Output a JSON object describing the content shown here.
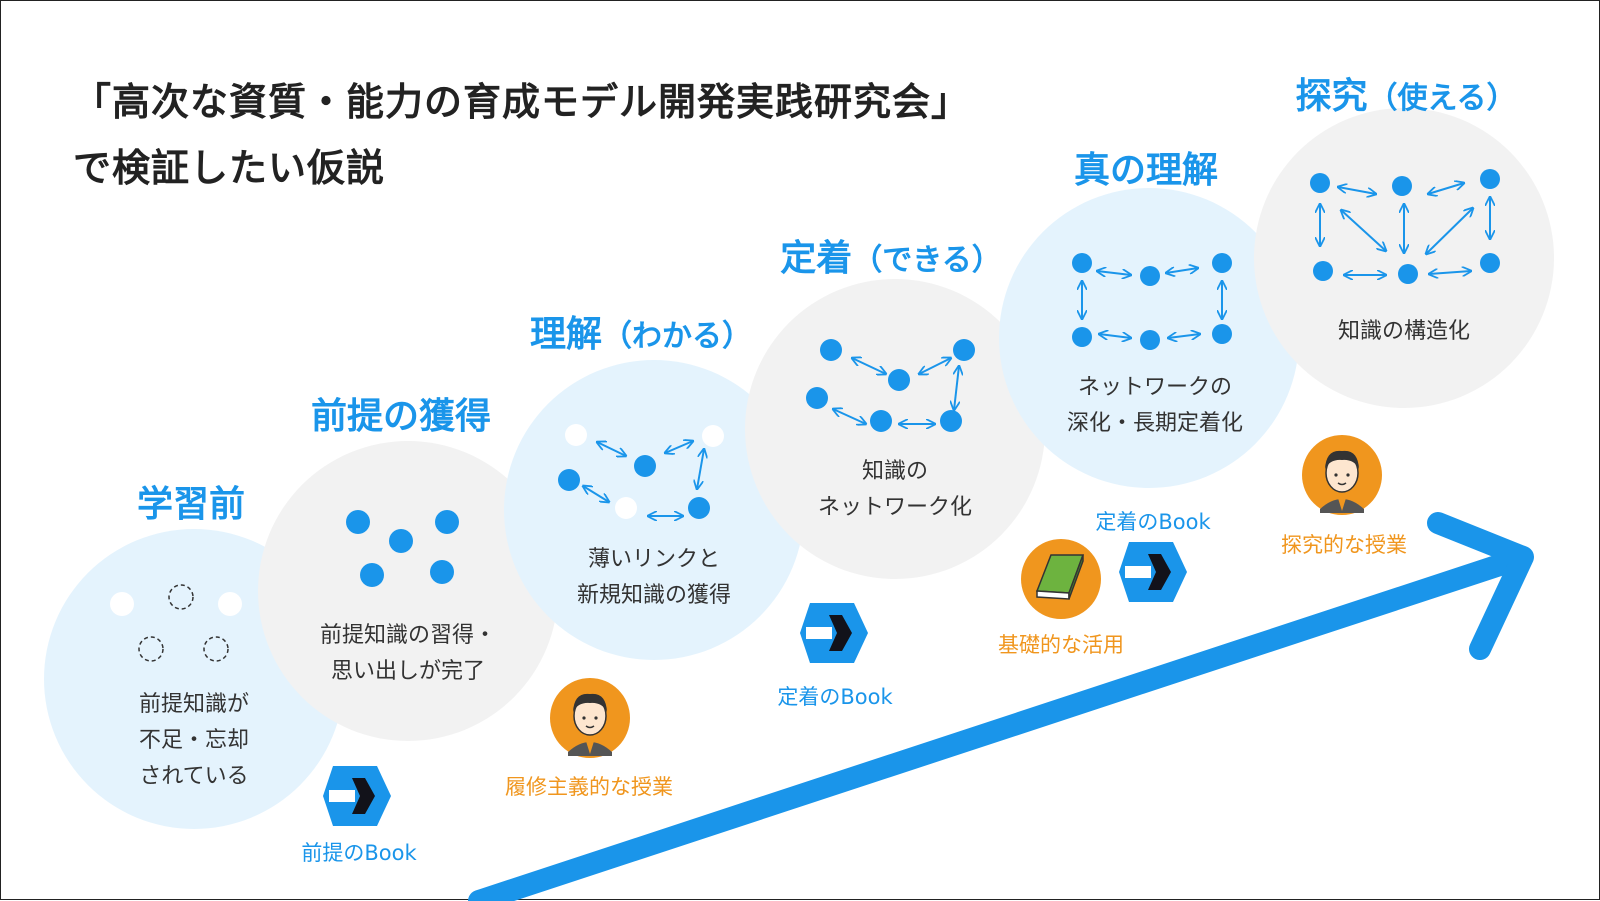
{
  "title": {
    "line1": "「高次な資質・能力の育成モデル開発実践研究会」",
    "line2": "で検証したい仮説"
  },
  "stages": [
    {
      "title": "学習前",
      "subtitle": "",
      "desc": [
        "前提知識が",
        "不足・忘却",
        "されている"
      ]
    },
    {
      "title": "前提の獲得",
      "subtitle": "",
      "desc": [
        "前提知識の習得・",
        "思い出しが完了"
      ]
    },
    {
      "title": "理解",
      "subtitle": "（わかる）",
      "desc": [
        "薄いリンクと",
        "新規知識の獲得"
      ]
    },
    {
      "title": "定着",
      "subtitle": "（できる）",
      "desc": [
        "知識の",
        "ネットワーク化"
      ]
    },
    {
      "title": "真の理解",
      "subtitle": "",
      "desc": [
        "ネットワークの",
        "深化・長期定着化"
      ]
    },
    {
      "title": "探究",
      "subtitle": "（使える）",
      "desc": [
        "知識の構造化"
      ]
    }
  ],
  "resources": {
    "book_prereq": "前提のBook",
    "book_fix_1": "定着のBook",
    "book_fix_2": "定着のBook",
    "lesson_credit": "履修主義的な授業",
    "basic_use": "基礎的な活用",
    "inquiry_lesson": "探究的な授業"
  },
  "icons": [
    "book-logo-icon",
    "teacher-avatar-icon",
    "green-book-icon",
    "progress-arrow-icon"
  ],
  "colors": {
    "accent_blue": "#1a95ea",
    "orange": "#f0961e",
    "light_blue_circle": "#e4f3fd",
    "gray_circle": "#f2f2f2",
    "title_text": "#222222"
  }
}
